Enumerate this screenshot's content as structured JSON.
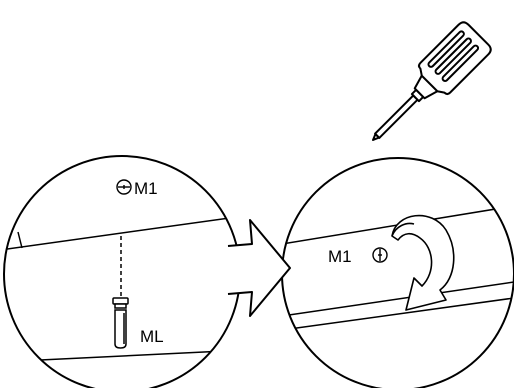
{
  "left_panel": {
    "lock_label": "M1",
    "part_label": "ML"
  },
  "right_panel": {
    "lock_label": "M1"
  },
  "icons": {
    "tool": "screwdriver-icon",
    "left_lock": "slot-horizontal-icon",
    "right_lock": "slot-vertical-icon",
    "step": "arrow-right-icon",
    "action": "rotate-clockwise-icon"
  }
}
